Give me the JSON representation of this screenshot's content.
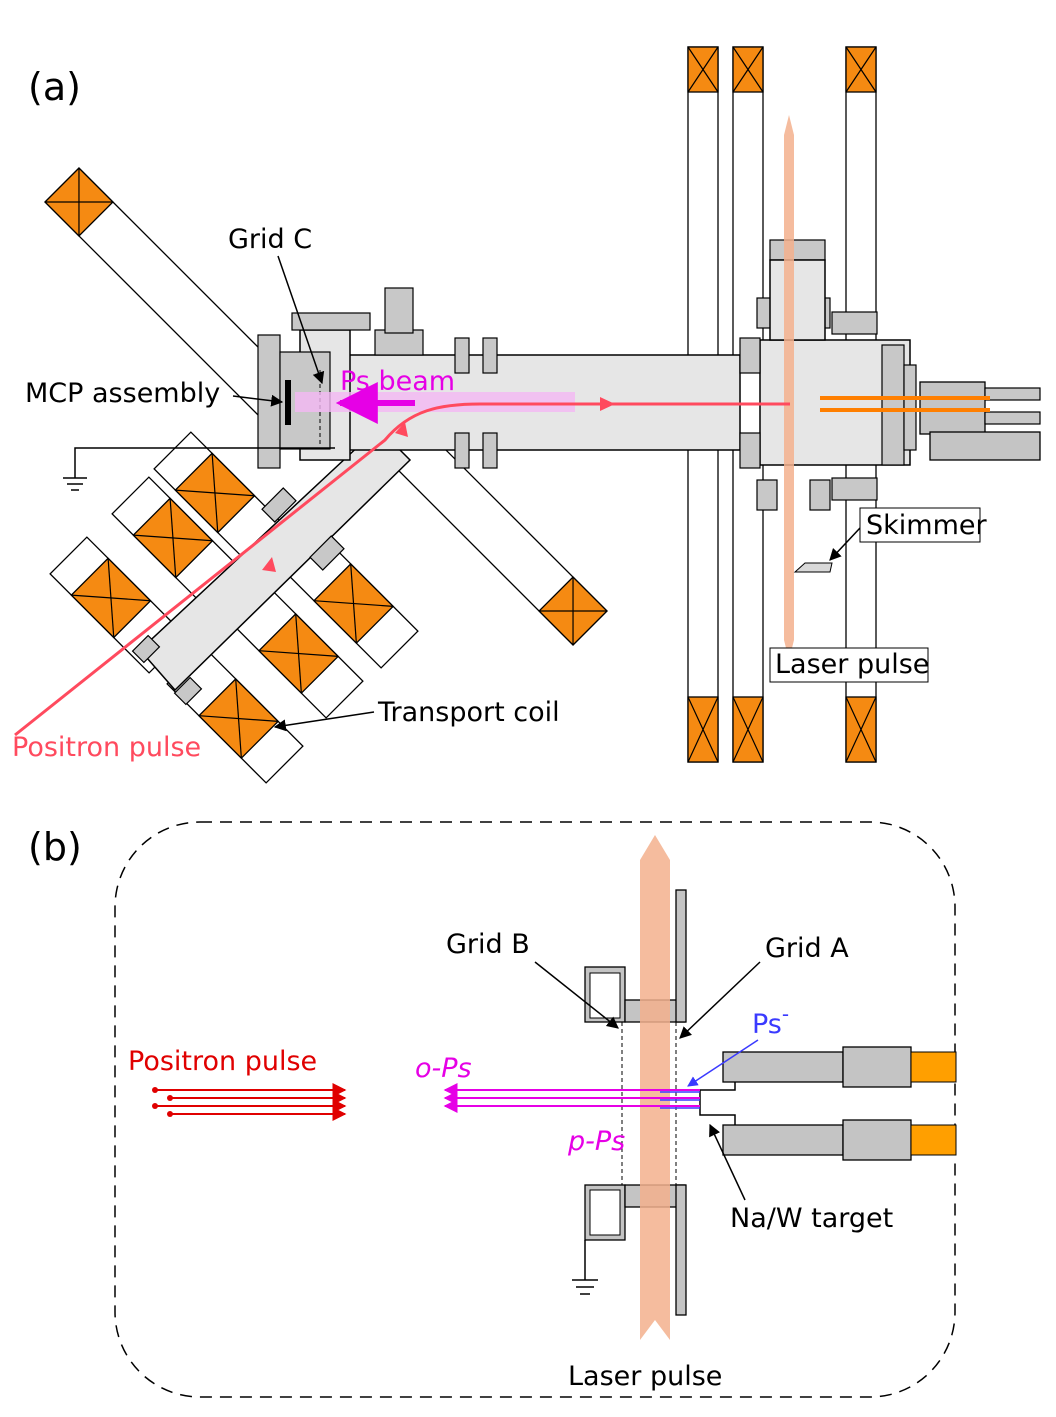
{
  "panel_a": {
    "label": "(a)",
    "grid_c": "Grid C",
    "mcp_assembly": "MCP assembly",
    "ps_beam": "Ps beam",
    "transport_coil": "Transport coil",
    "positron_pulse": "Positron pulse",
    "skimmer": "Skimmer",
    "laser_pulse": "Laser pulse"
  },
  "panel_b": {
    "label": "(b)",
    "grid_b": "Grid B",
    "grid_a": "Grid A",
    "ps_minus": "Ps",
    "ps_minus_sup": "-",
    "o_ps": "o-Ps",
    "p_ps": "p-Ps",
    "positron_pulse": "Positron pulse",
    "target": "Na/W target",
    "laser_pulse": "Laser pulse"
  },
  "colors": {
    "positron": "#ff4a5e",
    "ps_beam": "#e600e6",
    "ps_beam_glow": "#f4b8f4",
    "laser": "#f3b08d",
    "coil": "#f58a12",
    "chamber": "#e6e6e6",
    "ps_minus": "#3a3aff",
    "positron_b": "#e00000"
  }
}
